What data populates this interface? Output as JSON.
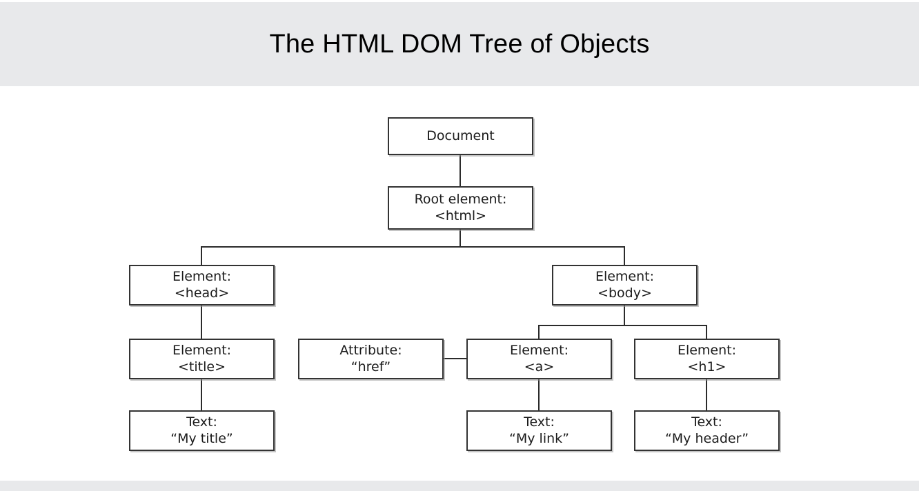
{
  "page": {
    "title": "The HTML DOM Tree of Objects",
    "banner_color": "#e8e9eb",
    "canvas_color": "#ffffff",
    "line_color": "#2b2b2b",
    "box_border_color": "#333333"
  },
  "diagram": {
    "type": "tree",
    "nodes": [
      {
        "id": "document",
        "line1": "Document",
        "line2": ""
      },
      {
        "id": "html",
        "line1": "Root element:",
        "line2": "<html>"
      },
      {
        "id": "head",
        "line1": "Element:",
        "line2": "<head>"
      },
      {
        "id": "body",
        "line1": "Element:",
        "line2": "<body>"
      },
      {
        "id": "title",
        "line1": "Element:",
        "line2": "<title>"
      },
      {
        "id": "attr-href",
        "line1": "Attribute:",
        "line2": "“href”"
      },
      {
        "id": "anchor",
        "line1": "Element:",
        "line2": "<a>"
      },
      {
        "id": "h1",
        "line1": "Element:",
        "line2": "<h1>"
      },
      {
        "id": "text-title",
        "line1": "Text:",
        "line2": "“My title”"
      },
      {
        "id": "text-link",
        "line1": "Text:",
        "line2": "“My link”"
      },
      {
        "id": "text-head",
        "line1": "Text:",
        "line2": "“My header”"
      }
    ],
    "edges": [
      {
        "from": "document",
        "to": "html"
      },
      {
        "from": "html",
        "to": "head"
      },
      {
        "from": "html",
        "to": "body"
      },
      {
        "from": "head",
        "to": "title"
      },
      {
        "from": "title",
        "to": "text-title"
      },
      {
        "from": "body",
        "to": "anchor"
      },
      {
        "from": "body",
        "to": "h1"
      },
      {
        "from": "attr-href",
        "to": "anchor"
      },
      {
        "from": "anchor",
        "to": "text-link"
      },
      {
        "from": "h1",
        "to": "text-head"
      }
    ]
  }
}
